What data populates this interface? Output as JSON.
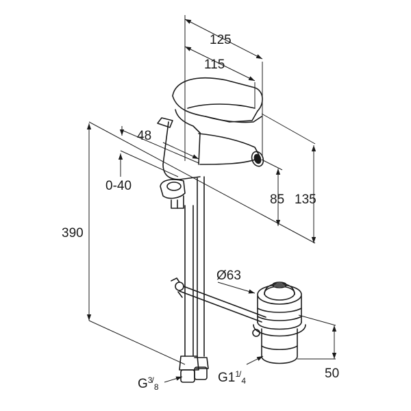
{
  "dimensions": {
    "d125": "125",
    "d115": "115",
    "d48": "48",
    "d0_40": "0-40",
    "d390": "390",
    "d85": "85",
    "d135": "135",
    "d63": "Ø63",
    "d50": "50"
  },
  "threads": {
    "g38": {
      "prefix": "G",
      "num": "3",
      "den": "8"
    },
    "g114": {
      "prefix": "G1",
      "num": "1",
      "den": "4"
    }
  }
}
